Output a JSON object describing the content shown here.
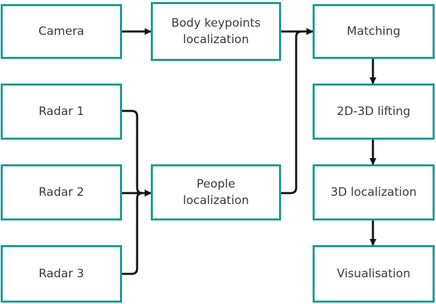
{
  "colors": {
    "box_border": "#1a9b95",
    "text": "#3a3a3a",
    "arrow": "#111111",
    "background": "#ffffff"
  },
  "nodes": {
    "camera": "Camera",
    "body_keypoints": "Body keypoints\nlocalization",
    "matching": "Matching",
    "radar1": "Radar 1",
    "radar2": "Radar 2",
    "radar3": "Radar 3",
    "people_localization": "People\nlocalization",
    "lifting": "2D-3D lifting",
    "localization_3d": "3D localization",
    "visualisation": "Visualisation"
  },
  "edges": [
    {
      "from": "camera",
      "to": "body_keypoints"
    },
    {
      "from": "body_keypoints",
      "to": "matching"
    },
    {
      "from": "radar1",
      "to": "people_localization"
    },
    {
      "from": "radar2",
      "to": "people_localization"
    },
    {
      "from": "radar3",
      "to": "people_localization"
    },
    {
      "from": "people_localization",
      "to": "matching"
    },
    {
      "from": "matching",
      "to": "lifting"
    },
    {
      "from": "lifting",
      "to": "localization_3d"
    },
    {
      "from": "localization_3d",
      "to": "visualisation"
    }
  ]
}
